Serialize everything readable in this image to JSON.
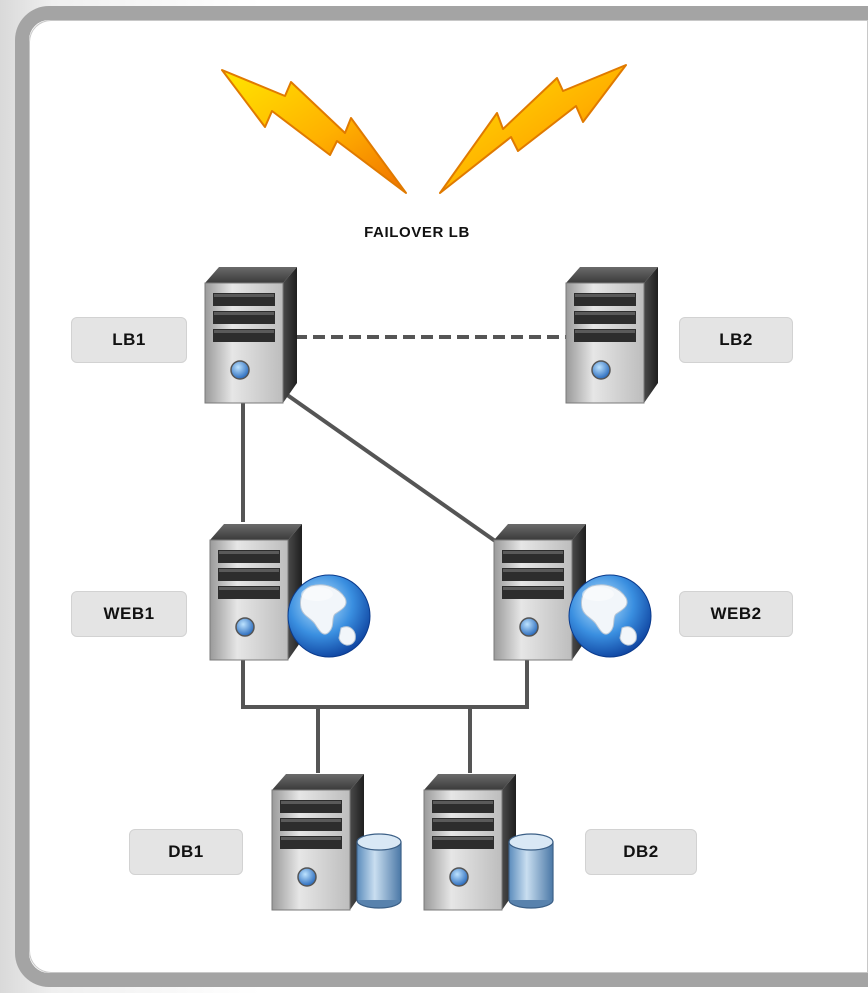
{
  "diagram": {
    "title": "FAILOVER LB",
    "nodes": [
      {
        "id": "lb1",
        "label": "LB1",
        "role": "load-balancer",
        "icon": "server-icon"
      },
      {
        "id": "lb2",
        "label": "LB2",
        "role": "load-balancer",
        "icon": "server-icon"
      },
      {
        "id": "web1",
        "label": "WEB1",
        "role": "web-server",
        "icon": "server-with-globe-icon"
      },
      {
        "id": "web2",
        "label": "WEB2",
        "role": "web-server",
        "icon": "server-with-globe-icon"
      },
      {
        "id": "db1",
        "label": "DB1",
        "role": "database-server",
        "icon": "server-with-database-icon"
      },
      {
        "id": "db2",
        "label": "DB2",
        "role": "database-server",
        "icon": "server-with-database-icon"
      }
    ],
    "edges": [
      {
        "from": "lb1",
        "to": "lb2",
        "style": "dashed"
      },
      {
        "from": "lb1",
        "to": "web1",
        "style": "solid"
      },
      {
        "from": "lb1",
        "to": "web2",
        "style": "solid"
      },
      {
        "from": "web1",
        "to": "db1",
        "style": "solid"
      },
      {
        "from": "web1",
        "to": "db2",
        "style": "solid"
      },
      {
        "from": "web2",
        "to": "db1",
        "style": "solid"
      },
      {
        "from": "web2",
        "to": "db2",
        "style": "solid"
      }
    ],
    "decorations": [
      "lightning-bolt-icon",
      "lightning-bolt-icon"
    ]
  },
  "colors": {
    "frame_border": "#a4a4a4",
    "label_bg": "#e4e4e4",
    "connector": "#555555",
    "bolt_outer": "#f08a00",
    "bolt_inner": "#ffe200"
  }
}
